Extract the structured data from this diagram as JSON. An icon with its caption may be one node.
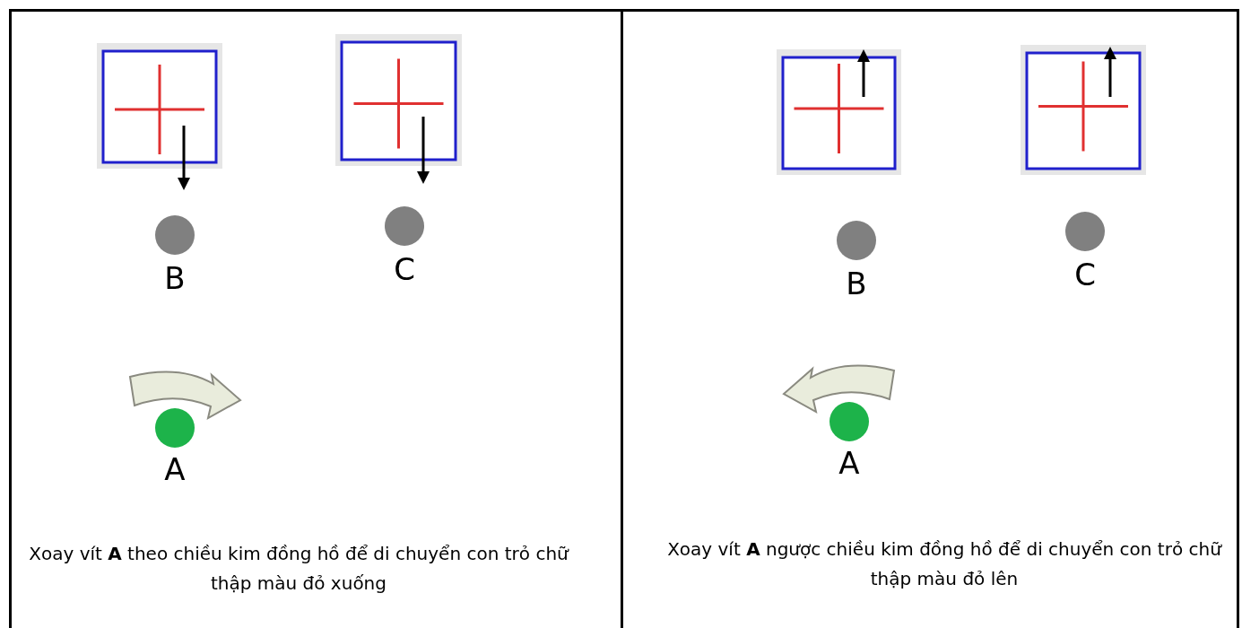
{
  "diagram": {
    "nodes": [
      {
        "text": [
          "Xoay vít **A** theo chiều kim đồng hồ để di chuyển con trỏ chữ thập màu đỏ xuống"
        ]
      },
      {
        "text": [
          "B"
        ],
        "in": 0
      },
      {
        "text": [
          "C"
        ],
        "in": 0
      },
      {
        "text": [
          "A"
        ],
        "in": 0
      },
      {
        "text": [
          "Xoay vít **A** ngược chiều kim đồng hồ để di chuyển con trỏ chữ thập màu đỏ lên"
        ]
      },
      {
        "text": [
          "B"
        ],
        "in": 4
      },
      {
        "text": [
          "C"
        ],
        "in": 4
      },
      {
        "text": [
          "A"
        ],
        "in": 4
      }
    ],
    "edges": []
  }
}
